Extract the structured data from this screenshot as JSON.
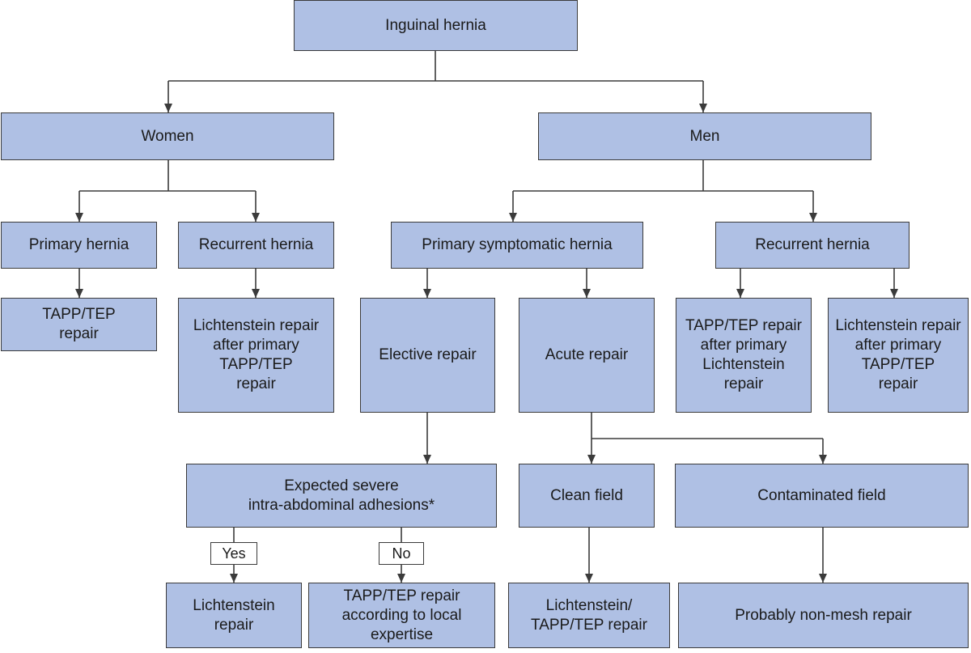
{
  "diagram": {
    "root": "Inguinal hernia",
    "women": {
      "title": "Women",
      "primary": "Primary hernia",
      "primary_repair": "TAPP/TEP\nrepair",
      "recurrent": "Recurrent hernia",
      "recurrent_repair": "Lichtenstein repair\nafter primary\nTAPP/TEP\nrepair"
    },
    "men": {
      "title": "Men",
      "primary_symptomatic": "Primary symptomatic hernia",
      "elective": "Elective repair",
      "acute": "Acute repair",
      "adhesions": "Expected severe\nintra-abdominal adhesions*",
      "yes": "Yes",
      "no": "No",
      "lichtenstein": "Lichtenstein\nrepair",
      "tapp_tep_local": "TAPP/TEP repair\naccording to local\nexpertise",
      "clean": "Clean field",
      "clean_repair": "Lichtenstein/\nTAPP/TEP repair",
      "contaminated": "Contaminated field",
      "contaminated_repair": "Probably non-mesh repair",
      "recurrent": "Recurrent hernia",
      "recurrent_tapp": "TAPP/TEP repair\nafter primary\nLichtenstein\nrepair",
      "recurrent_lichtenstein": "Lichtenstein repair\nafter primary\nTAPP/TEP\nrepair"
    }
  },
  "colors": {
    "node_fill": "#afc0e4",
    "line": "#3b3b3b"
  }
}
